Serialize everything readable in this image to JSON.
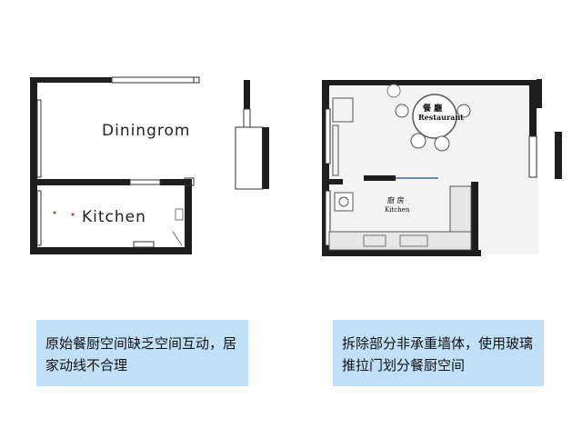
{
  "original_plan": {
    "dining_label": "Diningrom",
    "kitchen_label": "Kitchen",
    "caption": "原始餐厨空间缺乏空间互动，居家动线不合理"
  },
  "renovated_plan": {
    "restaurant_cn": "餐 廳",
    "restaurant_en": "Restaurant",
    "kitchen_cn": "廚 房",
    "kitchen_en": "Kitchen",
    "caption": "拆除部分非承重墙体，使用玻璃推拉门划分餐厨空间"
  }
}
